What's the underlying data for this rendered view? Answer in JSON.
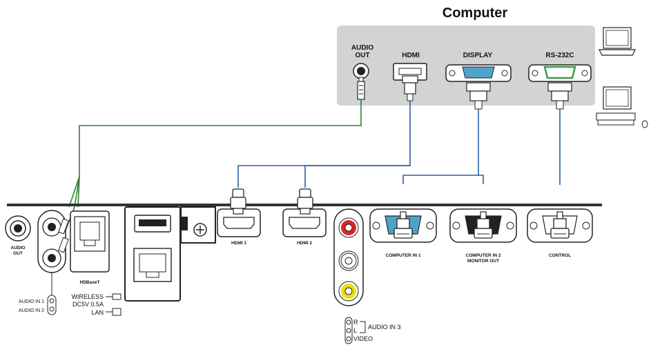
{
  "computer": {
    "title": "Computer",
    "ports": {
      "audio_out_line1": "AUDIO",
      "audio_out_line2": "OUT",
      "hdmi": "HDMI",
      "display": "DISPLAY",
      "rs232c": "RS-232C"
    }
  },
  "projector": {
    "audio_out_line1": "AUDIO",
    "audio_out_line2": "OUT",
    "hdbaset": "HDBaseT",
    "audio_in_1": "AUDIO IN 1",
    "audio_in_2": "AUDIO IN 2",
    "wireless": "WIRELESS",
    "dc5v": "DC5V 0.5A",
    "lan": "LAN",
    "hdmi1": "HDMI 1",
    "hdmi2": "HDMI 2",
    "computer_in_1": "COMPUTER IN 1",
    "computer_in_2_line1": "COMPUTER IN 2",
    "computer_in_2_line2": "MONITOR OUT",
    "control": "CONTROL",
    "rca_r": "R",
    "rca_l": "L",
    "audio_in_3": "AUDIO IN 3",
    "video": "VIDEO"
  },
  "colors": {
    "audio_cable": "#2e7d32",
    "video_cable": "#2b5fa8",
    "computer_panel": "#d3d3d3",
    "vga_port": "#4fa3c9",
    "rs232_port": "#3d9b4a",
    "rca_red": "#d8262d",
    "rca_white": "#ffffff",
    "rca_yellow": "#e8e10f"
  }
}
